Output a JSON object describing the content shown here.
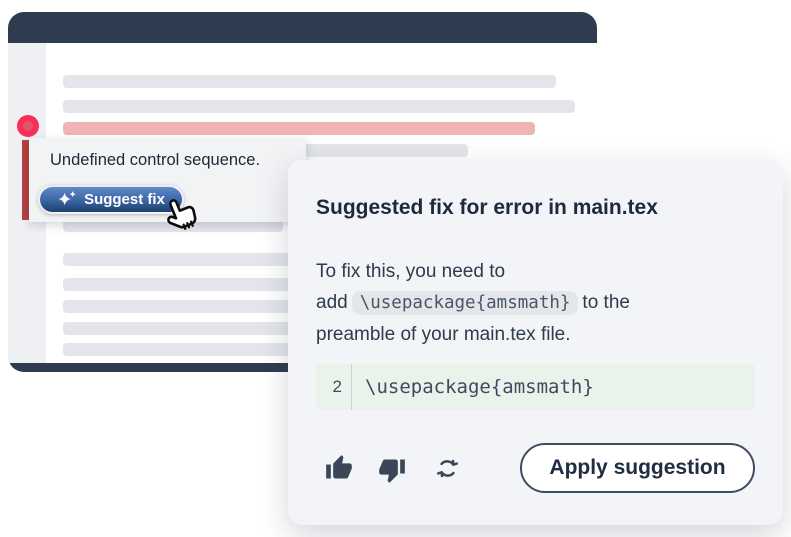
{
  "editor_window": {
    "tooltip": {
      "message": "Undefined control sequence.",
      "button_label": "Suggest fix"
    }
  },
  "suggestion_card": {
    "title": "Suggested fix for error in main.tex",
    "body": {
      "line1": "To fix this, you need to",
      "line2_before": "add",
      "inline_code": "\\usepackage{amsmath}",
      "line2_after": "to the",
      "line3": "preamble of your main.tex file."
    },
    "code_block": {
      "line_number": "2",
      "code": "\\usepackage{amsmath}"
    },
    "actions": {
      "apply_label": "Apply suggestion"
    }
  },
  "colors": {
    "window-frame": "#2f3b4e",
    "editor-bg": "#ffffff",
    "gutter-bg": "#eef0f4",
    "placeholder-line": "#e3e5ea",
    "error-line": "#f0b4b6",
    "error-dot-outer": "#f82f58",
    "error-dot-inner": "#dd5765",
    "error-bar": "#b2433f",
    "tooltip-bg": "#f2f3f5",
    "tooltip-text": "#1d2735",
    "button-grad-top": "#6089c9",
    "button-grad-bottom": "#1d3f6e",
    "button-text": "#ffffff",
    "card-bg": "#f2f4f7",
    "card-title": "#1e2a3c",
    "card-text": "#2f3a4d",
    "inline-code-bg": "#e4e6ea",
    "inline-code-text": "#4a5568",
    "code-block-bg": "#eaf2ec",
    "code-text": "#3e4a5e",
    "icon": "#3b4759",
    "apply-border": "#3f4c63",
    "apply-text": "#202d43"
  }
}
